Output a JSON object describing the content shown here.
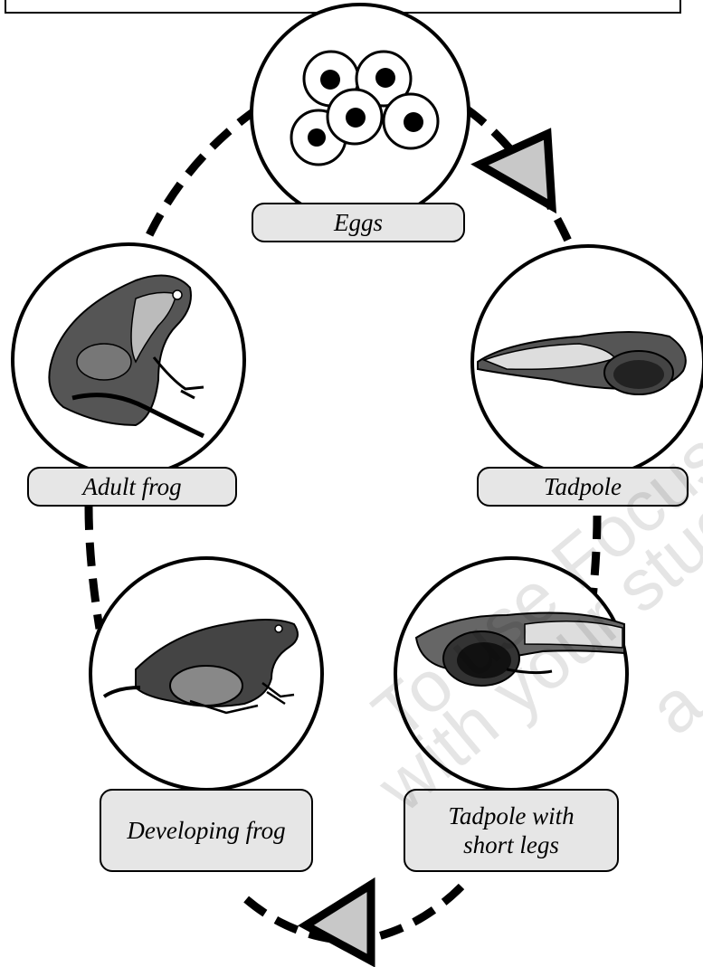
{
  "stages": {
    "eggs": "Eggs",
    "tadpole": "Tadpole",
    "tadpole_legs_line1": "Tadpole with",
    "tadpole_legs_line2": "short legs",
    "developing": "Developing frog",
    "adult": "Adult frog"
  },
  "watermark": {
    "line1": "To use Focus",
    "line2": "with your stud",
    "line3": "a s"
  },
  "colors": {
    "arrow_fill": "#c8c8c8",
    "label_fill": "#e6e6e6",
    "ink": "#000000"
  }
}
